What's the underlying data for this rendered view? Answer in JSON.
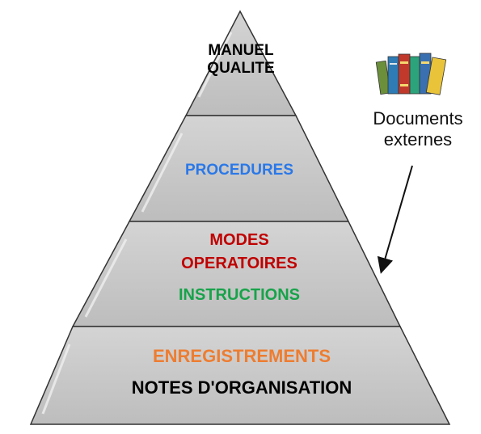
{
  "pyramid": {
    "tiers": [
      {
        "id": "manuel",
        "lines": [
          {
            "text": "MANUEL",
            "color": "#000000"
          },
          {
            "text": "QUALITE",
            "color": "#000000"
          }
        ]
      },
      {
        "id": "procedures",
        "lines": [
          {
            "text": "PROCEDURES",
            "color": "#2a78e8"
          }
        ]
      },
      {
        "id": "modes",
        "lines": [
          {
            "text": "MODES",
            "color": "#c00000"
          },
          {
            "text": "OPERATOIRES",
            "color": "#c00000"
          },
          {
            "text": "INSTRUCTIONS",
            "color": "#17a34a"
          }
        ]
      },
      {
        "id": "enregistrements",
        "lines": [
          {
            "text": "ENREGISTREMENTS",
            "color": "#ed7d31"
          },
          {
            "text": "NOTES D'ORGANISATION",
            "color": "#000000"
          }
        ]
      }
    ],
    "fill_color": "#c9c9c9",
    "edge_color": "#222222"
  },
  "external_docs": {
    "line1": "Documents",
    "line2": "externes",
    "icon": "books-icon"
  }
}
